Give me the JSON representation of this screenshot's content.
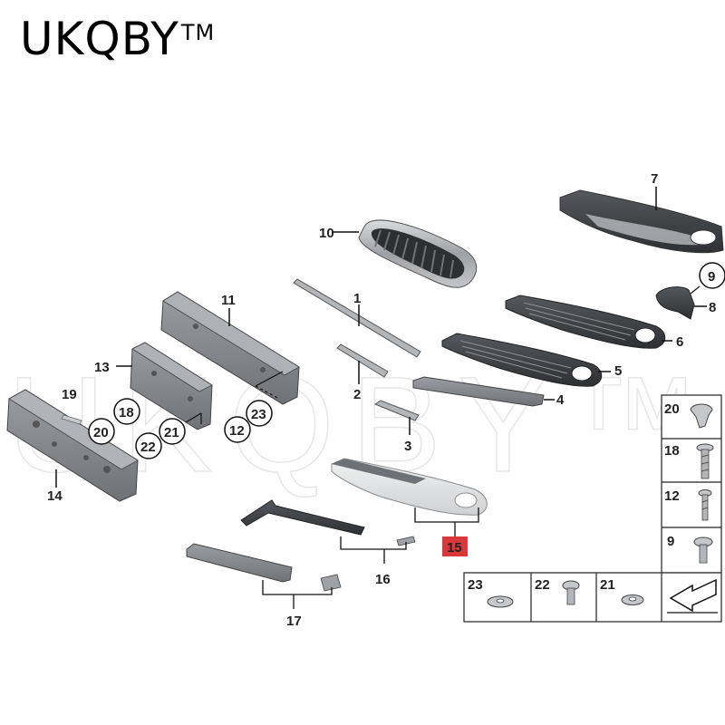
{
  "brand": {
    "name": "UKQBY",
    "tm": "TM"
  },
  "watermark": "UKQBY™",
  "callouts": {
    "p1": "1",
    "p2": "2",
    "p3": "3",
    "p4": "4",
    "p5": "5",
    "p6": "6",
    "p7": "7",
    "p8": "8",
    "p9": "9",
    "p10": "10",
    "p11": "11",
    "p12": "12",
    "p13": "13",
    "p14": "14",
    "p15": "15",
    "p16": "16",
    "p17": "17",
    "p18": "18",
    "p19": "19",
    "p20": "20",
    "p21": "21",
    "p22": "22",
    "p23": "23"
  },
  "legend": {
    "right": [
      "20",
      "18",
      "12",
      "9"
    ],
    "bottom": [
      "23",
      "22",
      "21"
    ]
  },
  "colors": {
    "highlight": "#d9383a",
    "part": "#8a8d91",
    "part_dark": "#3c3e41",
    "line": "#111111"
  }
}
